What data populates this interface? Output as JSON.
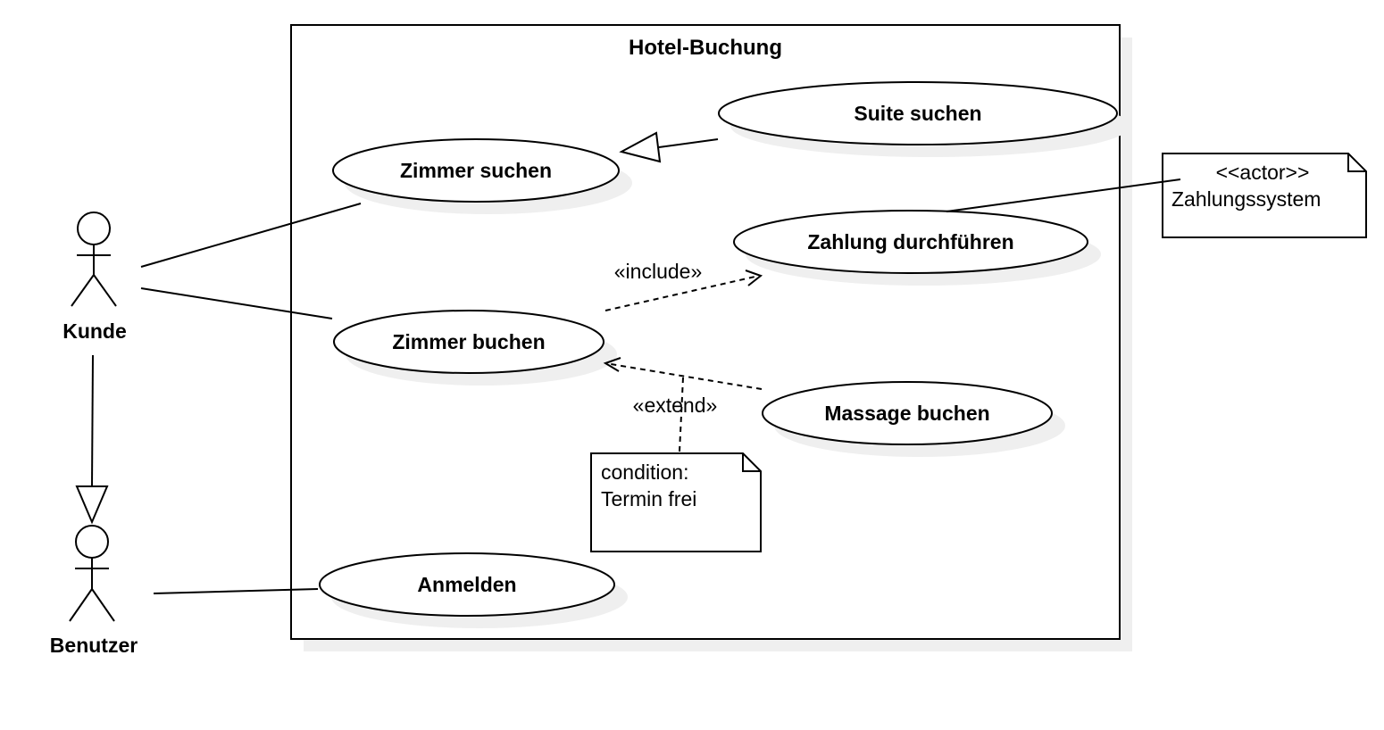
{
  "system": {
    "title": "Hotel-Buchung"
  },
  "actors": {
    "kunde": "Kunde",
    "benutzer": "Benutzer"
  },
  "use_cases": {
    "suite_suchen": "Suite suchen",
    "zimmer_suchen": "Zimmer suchen",
    "zahlung": "Zahlung durchführen",
    "zimmer_buchen": "Zimmer buchen",
    "massage": "Massage buchen",
    "anmelden": "Anmelden"
  },
  "stereotypes": {
    "include": "«include»",
    "extend": "«extend»"
  },
  "notes": {
    "condition_line1": "condition:",
    "condition_line2": "Termin frei",
    "external_stereotype": "<<actor>>",
    "external_name": "Zahlungssystem"
  }
}
